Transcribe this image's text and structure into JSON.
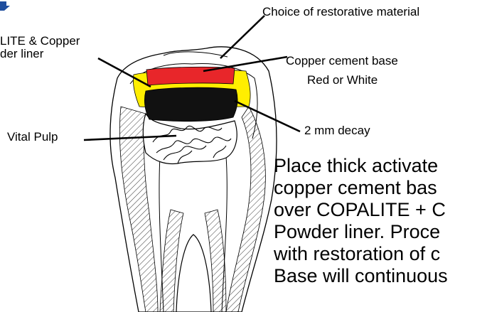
{
  "labels": {
    "choice": "Choice of restorative material",
    "liner_line1": "LITE & Copper",
    "liner_line2": "der liner",
    "copper_base_line1": "Copper cement base",
    "copper_base_line2": "Red or White",
    "decay": "2 mm decay",
    "vital_pulp": "Vital Pulp"
  },
  "instructions": [
    "Place thick activate",
    "copper cement bas",
    "over COPALITE + C",
    "Powder liner. Proce",
    "with restoration of c",
    "Base will continuous"
  ],
  "colors": {
    "copper_base": "#e8262a",
    "liner": "#ffee00",
    "decay": "#111111",
    "accent_mark": "#1f4e9e"
  }
}
